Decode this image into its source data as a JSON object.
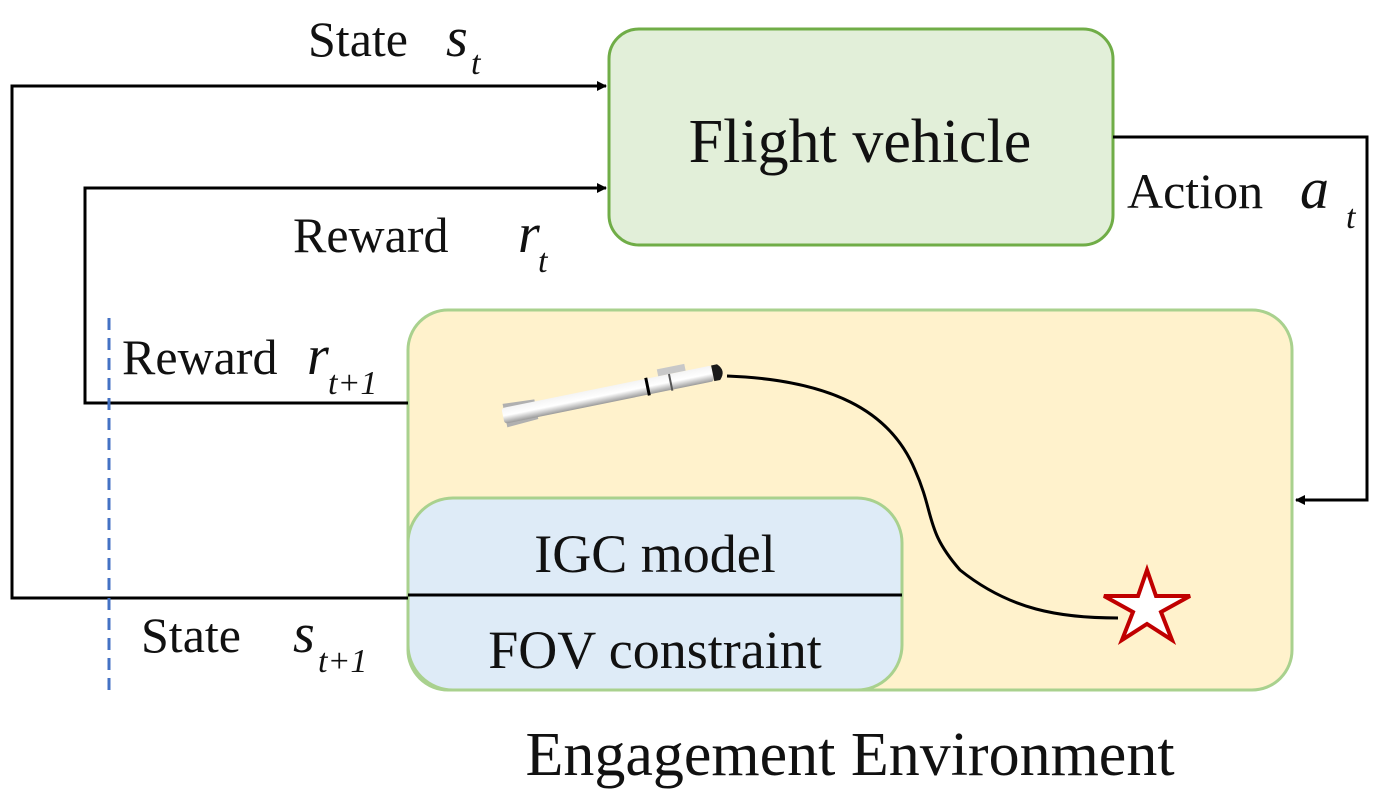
{
  "agent": {
    "label": "Flight vehicle"
  },
  "environment": {
    "caption": "Engagement Environment",
    "model_label": "IGC model",
    "constraint_label": "FOV constraint"
  },
  "signals": {
    "state_current": {
      "word": "State",
      "symbol": "s",
      "subscript": "t"
    },
    "reward_current": {
      "word": "Reward",
      "symbol": "r",
      "subscript": "t"
    },
    "action": {
      "word": "Action",
      "symbol": "a",
      "subscript": "t"
    },
    "reward_next": {
      "word": "Reward",
      "symbol": "r",
      "subscript": "t+1"
    },
    "state_next": {
      "word": "State",
      "symbol": "s",
      "subscript": "t+1"
    }
  },
  "colors": {
    "agent_fill": "#e2efd9",
    "agent_stroke": "#70ad47",
    "environment_fill": "#fff2cc",
    "environment_stroke": "#a9d18e",
    "model_fill": "#deebf7",
    "dashed_divider": "#4472c4",
    "target_star": "#c00000",
    "lines": "#000000"
  },
  "icons": {
    "vehicle": "missile-icon",
    "target": "star-icon"
  }
}
